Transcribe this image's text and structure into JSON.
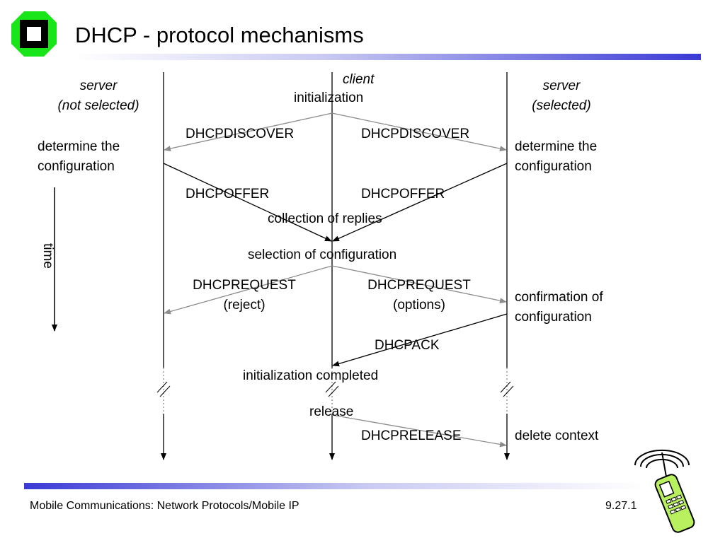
{
  "title": "DHCP - protocol mechanisms",
  "entities": {
    "server_left": "server\n(not selected)",
    "client": "client",
    "server_right": "server\n(selected)"
  },
  "labels": {
    "initialization": "initialization",
    "discover_left": "DHCPDISCOVER",
    "discover_right": "DHCPDISCOVER",
    "determine_left": "determine the\nconfiguration",
    "determine_right": "determine the\nconfiguration",
    "offer_left": "DHCPOFFER",
    "offer_right": "DHCPOFFER",
    "collection": "collection of replies",
    "time": "time",
    "selection": "selection of configuration",
    "request_left": "DHCPREQUEST\n(reject)",
    "request_right": "DHCPREQUEST\n(options)",
    "confirmation": "confirmation of\nconfiguration",
    "ack": "DHCPACK",
    "init_completed": "initialization completed",
    "release": "release",
    "dhcprelease": "DHCPRELEASE",
    "delete_context": "delete context"
  },
  "footer": {
    "left": "Mobile Communications: Network Protocols/Mobile IP",
    "right": "9.27.1"
  },
  "colors": {
    "logo_green": "#19e619",
    "title_bar_blue": "#3a3ad6",
    "arrow_gray": "#8c8c8c",
    "phone_green": "#b8f060"
  }
}
